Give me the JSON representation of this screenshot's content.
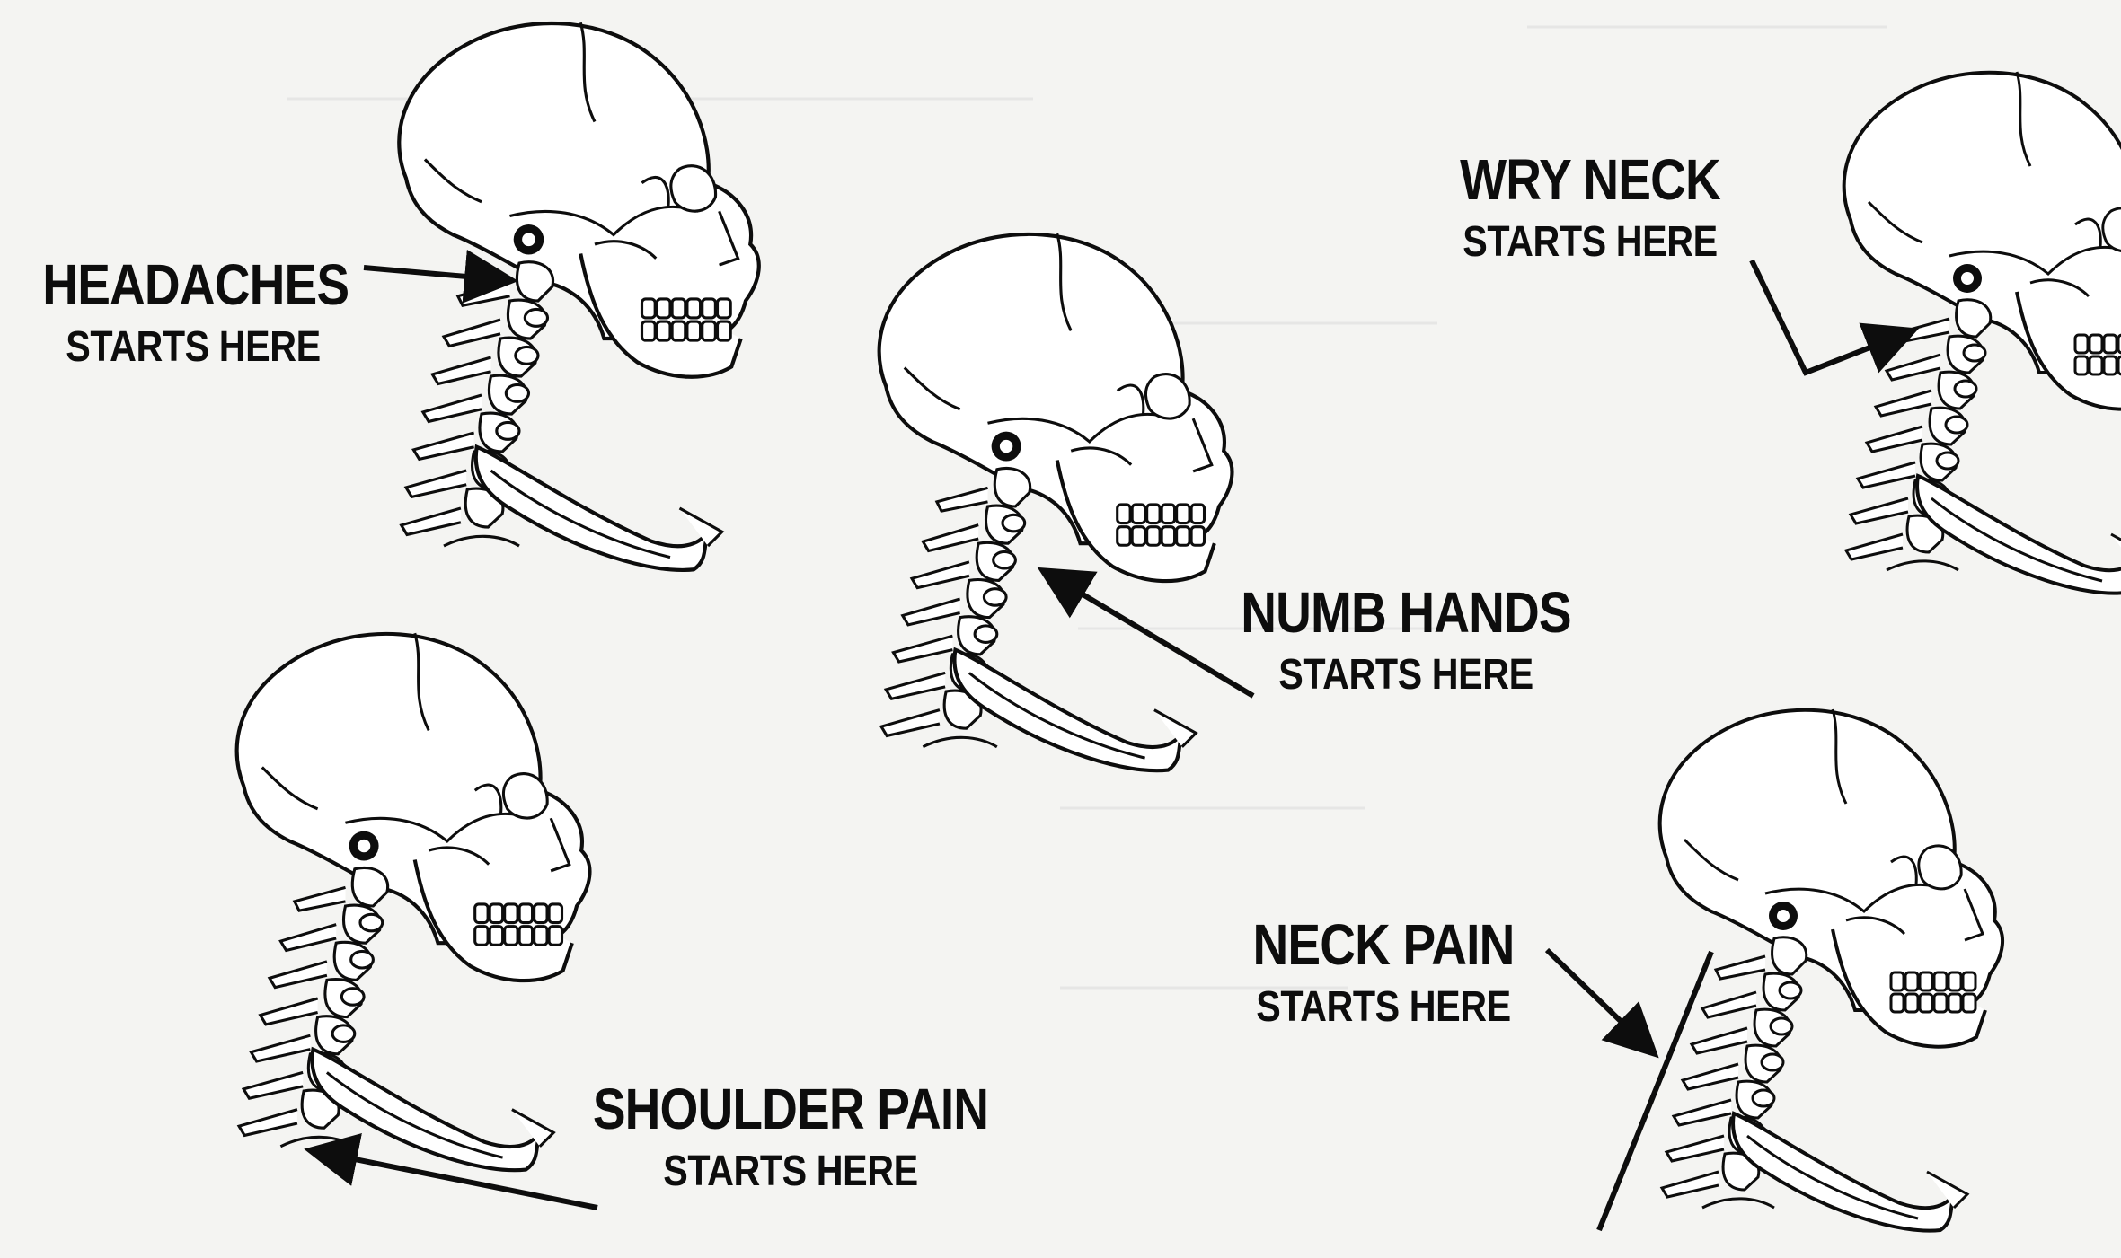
{
  "labels": {
    "headaches": {
      "title": "HEADACHES",
      "subtitle": "STARTS HERE"
    },
    "wry_neck": {
      "title": "WRY NECK",
      "subtitle": "STARTS HERE"
    },
    "numb_hands": {
      "title": "NUMB HANDS",
      "subtitle": "STARTS HERE"
    },
    "neck_pain": {
      "title": "NECK PAIN",
      "subtitle": "STARTS HERE"
    },
    "shoulder_pain": {
      "title": "SHOULDER PAIN",
      "subtitle": "STARTS HERE"
    }
  },
  "colors": {
    "ink": "#0d0d0d",
    "paper": "#f4f4f2",
    "bone_fill": "#ffffff"
  },
  "icons": [
    "skull-spine-illustration",
    "pointer-arrow"
  ]
}
